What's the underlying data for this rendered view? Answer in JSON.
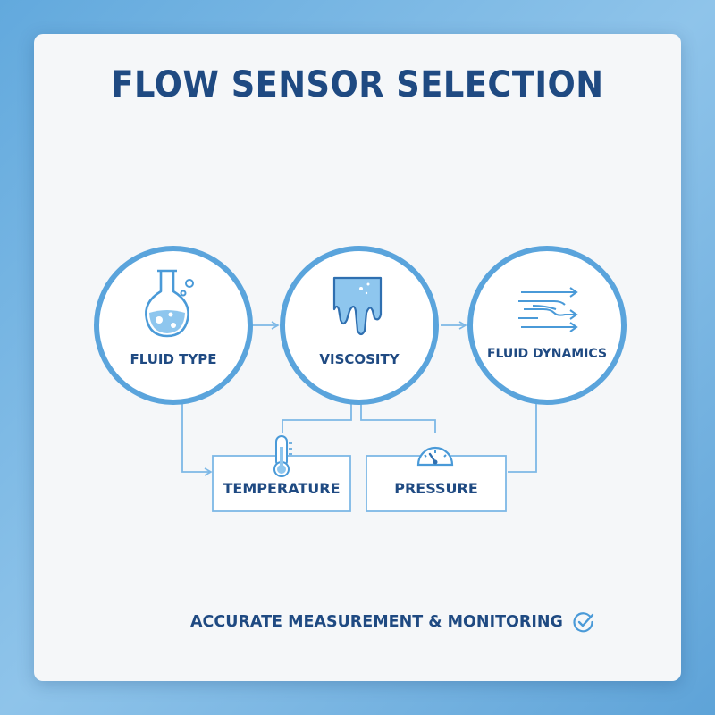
{
  "title": "FLOW SENSOR SELECTION",
  "nodes": {
    "fluid_type": "FLUID TYPE",
    "viscosity": "VISCOSITY",
    "fluid_dynamics": "FLUID DYNAMICS",
    "temperature": "TEMPERATURE",
    "pressure": "PRESSURE"
  },
  "footer": "ACCURATE MEASUREMENT & MONITORING",
  "colors": {
    "primary_text": "#1f4a82",
    "accent_blue": "#4a9ad8",
    "line_blue": "#7db8e6",
    "fill_blue": "#8ec6ee",
    "card_bg": "#f5f7f9"
  },
  "icons": {
    "fluid_type": "flask-icon",
    "viscosity": "dripping-liquid-icon",
    "fluid_dynamics": "flow-arrows-icon",
    "temperature": "thermometer-icon",
    "pressure": "pressure-gauge-icon",
    "footer": "check-circle-icon"
  }
}
